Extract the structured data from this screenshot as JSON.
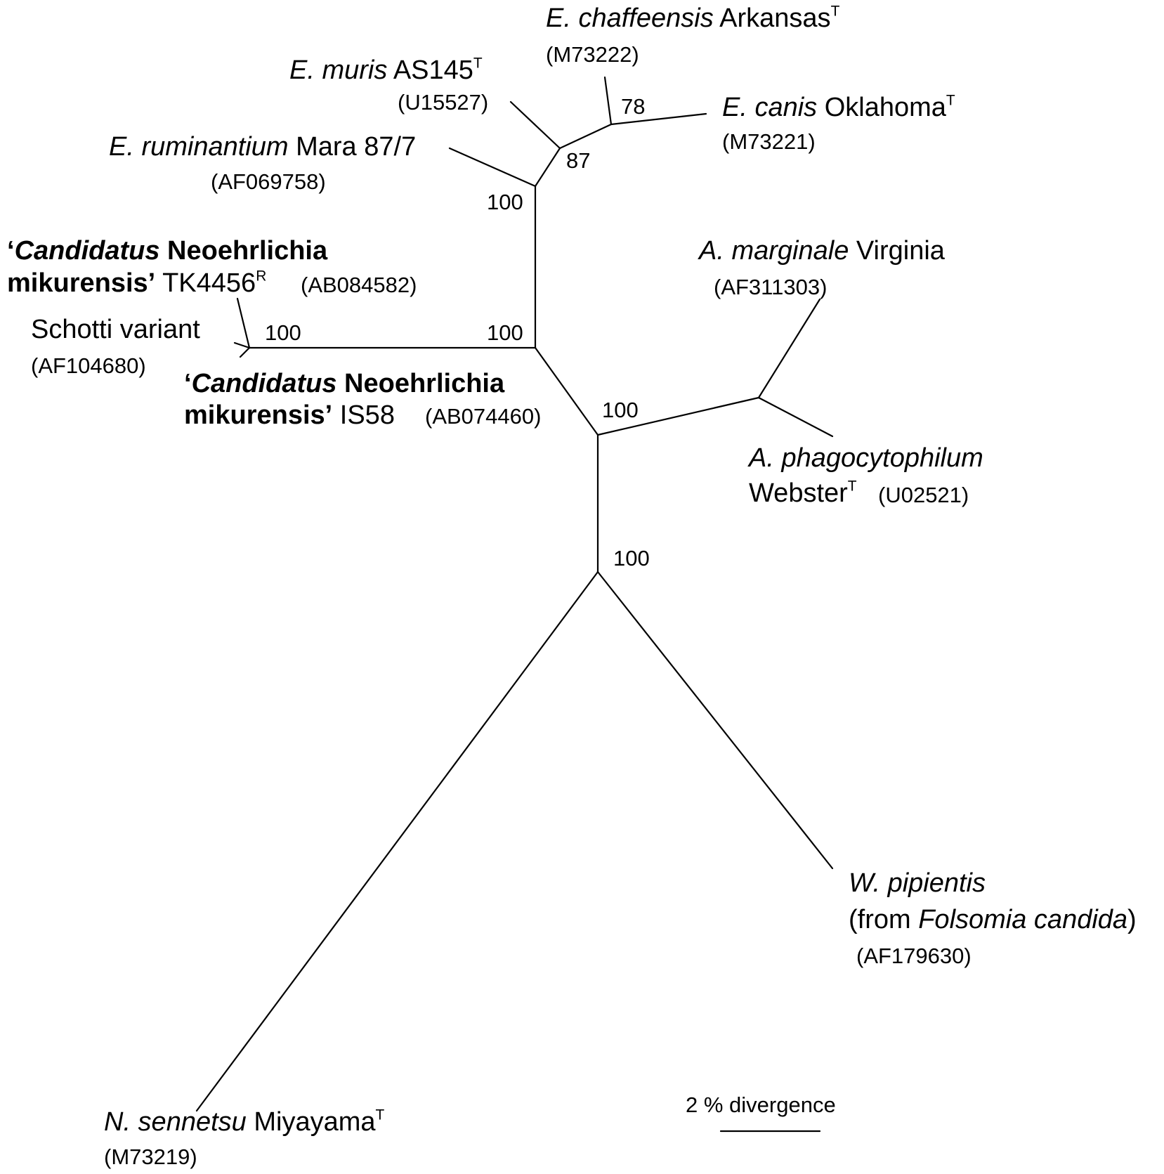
{
  "taxa": {
    "chaffeensis": {
      "genus": "E. chaffeensis",
      "strain": " Arkansas",
      "sup": "T",
      "accession": "(M73222)"
    },
    "muris": {
      "genus": "E. muris",
      "strain": " AS145",
      "sup": "T",
      "accession": "(U15527)"
    },
    "canis": {
      "genus": "E. canis",
      "strain": " Oklahoma",
      "sup": "T",
      "accession": "(M73221)"
    },
    "ruminantium": {
      "genus": "E. ruminantium",
      "strain": " Mara 87/7",
      "accession": "(AF069758)"
    },
    "tk4456": {
      "quote_open": "‘",
      "name1": "Candidatus",
      "name2": " Neoehrlichia",
      "line2_bold": "mikurensis’",
      "strain": " TK4456",
      "sup": "R",
      "accession": "(AB084582)"
    },
    "schotti": {
      "name": "Schotti variant",
      "accession": "(AF104680)"
    },
    "is58": {
      "quote_open": "‘",
      "name1": "Candidatus",
      "name2": " Neoehrlichia",
      "line2_bold": "mikurensis’",
      "strain": " IS58",
      "accession": "(AB074460)"
    },
    "marginale": {
      "genus": "A. marginale",
      "strain": " Virginia",
      "accession": "(AF311303)"
    },
    "phago": {
      "genus": "A. phagocytophilum",
      "strain": "Webster",
      "sup": "T",
      "accession": "(U02521)"
    },
    "pipientis": {
      "genus": "W. pipientis",
      "from_open": "(from ",
      "host": "Folsomia candida",
      "from_close": ")",
      "accession": "(AF179630)"
    },
    "sennetsu": {
      "genus": "N. sennetsu",
      "strain": " Miyayama",
      "sup": "T",
      "accession": "(M73219)"
    }
  },
  "bootstrap": {
    "ehr_crown": "78",
    "ehr_inner": "87",
    "ehr_clade": "100",
    "neo_clade": "100",
    "neo_node": "100",
    "ana_clade": "100",
    "wol_node": "100"
  },
  "scale_bar": {
    "label": "2 % divergence"
  }
}
